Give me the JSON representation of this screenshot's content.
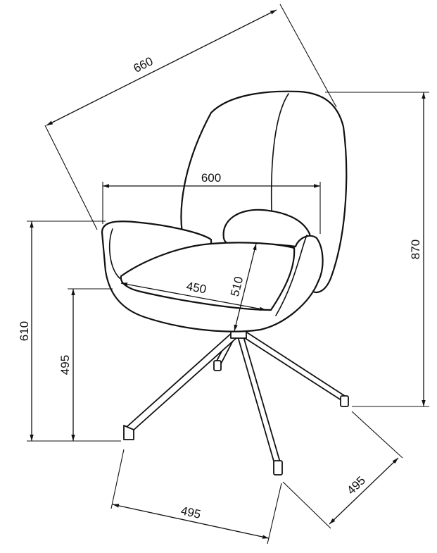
{
  "drawing": {
    "labels": {
      "diagonal_depth": "660",
      "width": "600",
      "seat_height_arm": "610",
      "seat_height": "495",
      "seat_width": "450",
      "seat_depth": "510",
      "total_height": "870",
      "base_front": "495",
      "base_side": "495"
    },
    "line_color": "#111111",
    "background": "#ffffff"
  }
}
